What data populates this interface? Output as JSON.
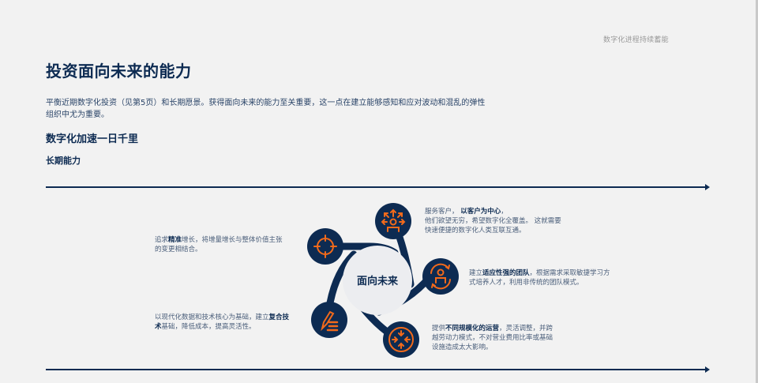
{
  "header": {
    "running_head": "数字化进程持续蓄能"
  },
  "page": {
    "title": "投资面向未来的能力",
    "intro": "平衡近期数字化投资（见第5页）和长期愿景。获得面向未来的能力至关重要，这一点在建立能够感知和应对波动和混乱的弹性组织中尤为重要。",
    "subhead": "数字化加速一日千里",
    "subsubhead": "长期能力"
  },
  "diagram": {
    "center_label": "面向未来",
    "colors": {
      "navy": "#0d2b52",
      "orange": "#f26a1b",
      "center_fill": "#ecedf0"
    },
    "nodes": [
      {
        "id": "customer-centric",
        "icon": "people-arrows-icon",
        "pre": "服务客户，",
        "bold": "以客户为中心",
        "post": "，",
        "line2": "他们欲望无穷，希望数字化全覆盖。 这就需要",
        "line3": "快速便捷的数字化人类互联互通。"
      },
      {
        "id": "precision-growth",
        "icon": "target-crosshair-icon",
        "pre": "追求",
        "bold": "精准",
        "post": "增长，将增量增长与整体价值主张",
        "line2": "的变更相结合。"
      },
      {
        "id": "adaptive-team",
        "icon": "person-cycle-icon",
        "pre": "建立",
        "bold": "适应性强的团队",
        "post": "，根据需求采取敏捷学习方",
        "line2": "式培养人才，利用非传统的团队模式。"
      },
      {
        "id": "composite-tech",
        "icon": "pencil-list-icon",
        "pre": "以现代化数据和技术核心为基础，建立",
        "bold": "复合技",
        "bold2": "术",
        "post": "基础，降低成本，提高灵活性。"
      },
      {
        "id": "scalable-ops",
        "icon": "arrows-converge-icon",
        "pre": "提供",
        "bold": "不同规模化的运营",
        "post": "，灵活调整，并跨",
        "line2": "越劳动力模式，不对营业费用比率或基础",
        "line3": "设施造成太大影响。"
      }
    ]
  }
}
